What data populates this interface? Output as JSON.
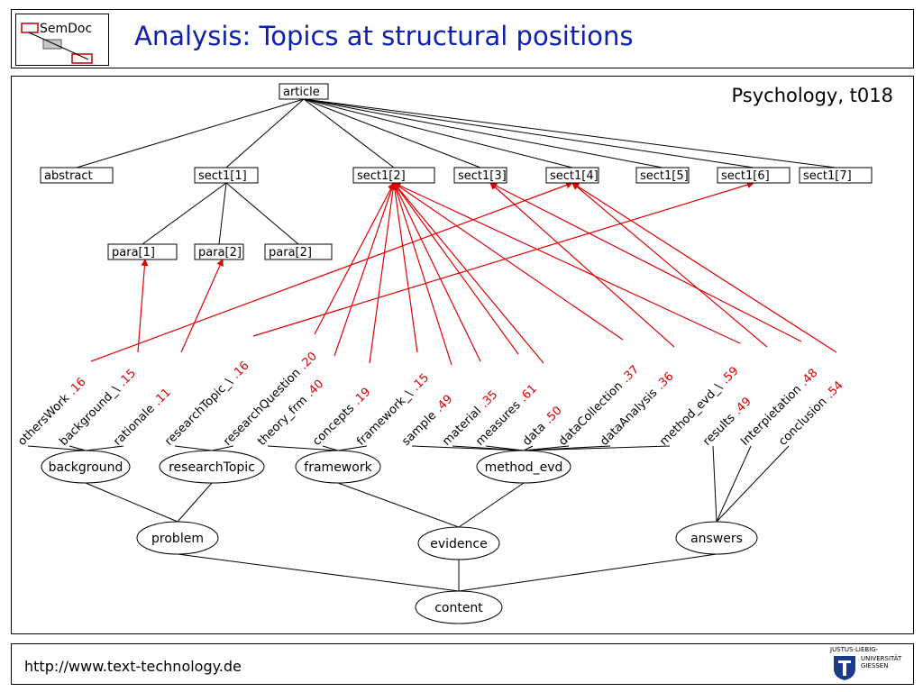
{
  "header": {
    "title": "Analysis: Topics at structural positions",
    "logo_text": "SemDoc"
  },
  "subtitle": "Psychology, t018",
  "footer": {
    "url": "http://www.text-technology.de",
    "university_line1": "JUSTUS-LIEBIG-",
    "university_line2": "UNIVERSITÄT",
    "university_line3": "GIESSEN"
  },
  "tree": {
    "root": "article",
    "sections": [
      "abstract",
      "sect1[1]",
      "sect1[2]",
      "sect1[3]",
      "sect1[4]",
      "sect1[5]",
      "sect1[6]",
      "sect1[7]"
    ],
    "paragraphs": [
      "para[1]",
      "para[2]",
      "para[2]"
    ]
  },
  "topics": [
    {
      "label": "othersWork",
      "score": ".16"
    },
    {
      "label": "background_\\",
      "score": ".15"
    },
    {
      "label": "rationale",
      "score": ".11"
    },
    {
      "label": "researchTopic_\\",
      "score": ".16"
    },
    {
      "label": "researchQuestion",
      "score": ".20"
    },
    {
      "label": "theory_frm",
      "score": ".40"
    },
    {
      "label": "concepts",
      "score": ".19"
    },
    {
      "label": "framework_\\",
      "score": ".15"
    },
    {
      "label": "sample",
      "score": ".49"
    },
    {
      "label": "material",
      "score": ".35"
    },
    {
      "label": "measures",
      "score": ".61"
    },
    {
      "label": "data",
      "score": ".50"
    },
    {
      "label": "dataCollection",
      "score": ".37"
    },
    {
      "label": "dataAnalysis",
      "score": ".36"
    },
    {
      "label": "method_evd_\\",
      "score": ".59"
    },
    {
      "label": "results",
      "score": ".49"
    },
    {
      "label": "Interpietation",
      "score": ".48"
    },
    {
      "label": "conclusion",
      "score": ".54"
    }
  ],
  "groups": [
    "background",
    "researchTopic",
    "framework",
    "method_evd"
  ],
  "supergroups": [
    "problem",
    "evidence",
    "answers"
  ],
  "bottom": "content",
  "colors": {
    "title": "#1020a8",
    "arrow": "#e00000",
    "line": "#000000"
  }
}
